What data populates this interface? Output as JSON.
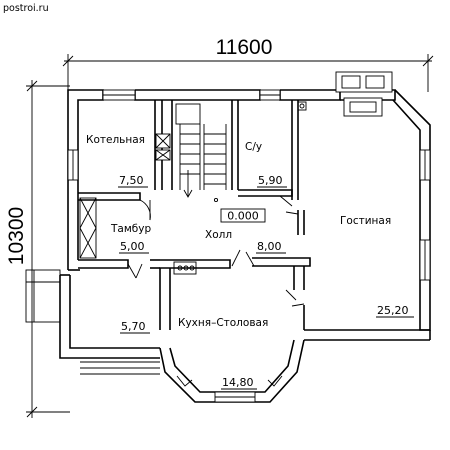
{
  "watermark": "postroi.ru",
  "dimensions": {
    "width": "11600",
    "height": "10300"
  },
  "rooms": [
    {
      "key": "boiler",
      "name": "Котельная",
      "area": "7,50"
    },
    {
      "key": "wc",
      "name": "С/у",
      "area": "5,90"
    },
    {
      "key": "vestibule",
      "name": "Тамбур",
      "area": "5,00"
    },
    {
      "key": "hall",
      "name": "Холл",
      "area": "8,00"
    },
    {
      "key": "living",
      "name": "Гостиная",
      "area": "25,20"
    },
    {
      "key": "kitchen",
      "name": "Кухня–Столовая",
      "area": "14,80"
    },
    {
      "key": "porch",
      "name": "",
      "area": "5,70"
    }
  ],
  "level_mark": "0.000"
}
